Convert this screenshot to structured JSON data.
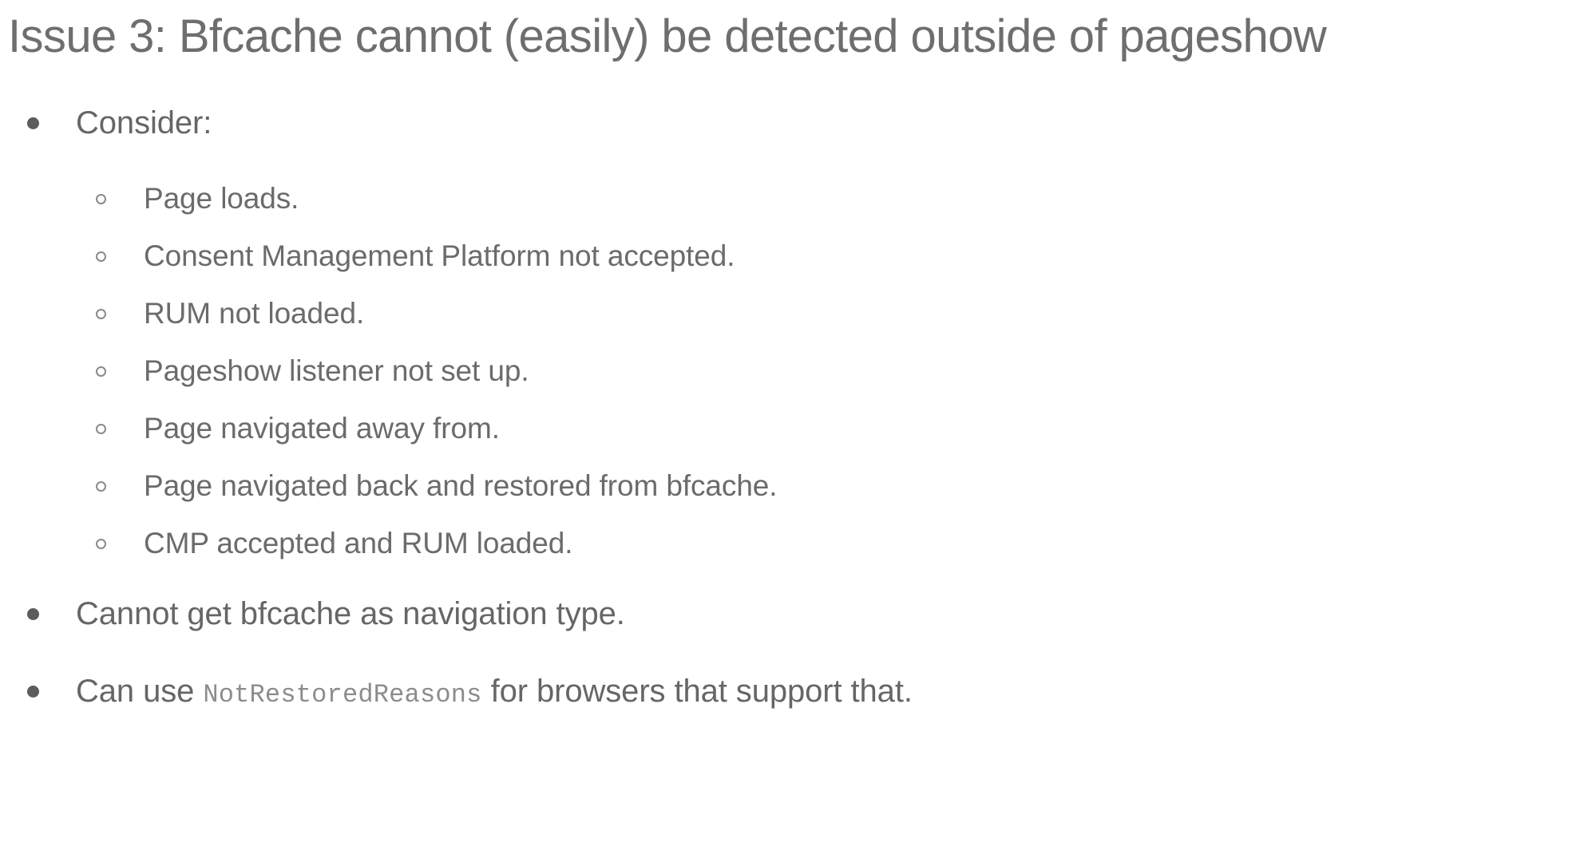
{
  "slide": {
    "title": "Issue 3: Bfcache cannot (easily) be detected outside of pageshow",
    "background_color": "#ffffff",
    "title_color": "#6e6e6e",
    "body_color": "#666666",
    "bullet_marker_color": "#5c5c5c",
    "sub_bullet_marker_color": "#8a8a8a",
    "code_color": "#8c8c8c",
    "bullets": [
      {
        "level": 1,
        "marker": "filled-disc",
        "text": "Consider:"
      },
      {
        "level": 2,
        "marker": "hollow-circle",
        "text": "Page loads."
      },
      {
        "level": 2,
        "marker": "hollow-circle",
        "text": "Consent Management Platform not accepted."
      },
      {
        "level": 2,
        "marker": "hollow-circle",
        "text": "RUM not loaded."
      },
      {
        "level": 2,
        "marker": "hollow-circle",
        "text": "Pageshow listener not set up."
      },
      {
        "level": 2,
        "marker": "hollow-circle",
        "text": "Page navigated away from."
      },
      {
        "level": 2,
        "marker": "hollow-circle",
        "text": "Page navigated back and restored from bfcache."
      },
      {
        "level": 2,
        "marker": "hollow-circle",
        "text": "CMP accepted and RUM loaded."
      },
      {
        "level": 1,
        "marker": "filled-disc",
        "text": "Cannot get bfcache as navigation type."
      },
      {
        "level": 1,
        "marker": "filled-disc",
        "text_before_code": "Can use ",
        "code": "NotRestoredReasons",
        "text_after_code": " for browsers that support that."
      }
    ]
  }
}
